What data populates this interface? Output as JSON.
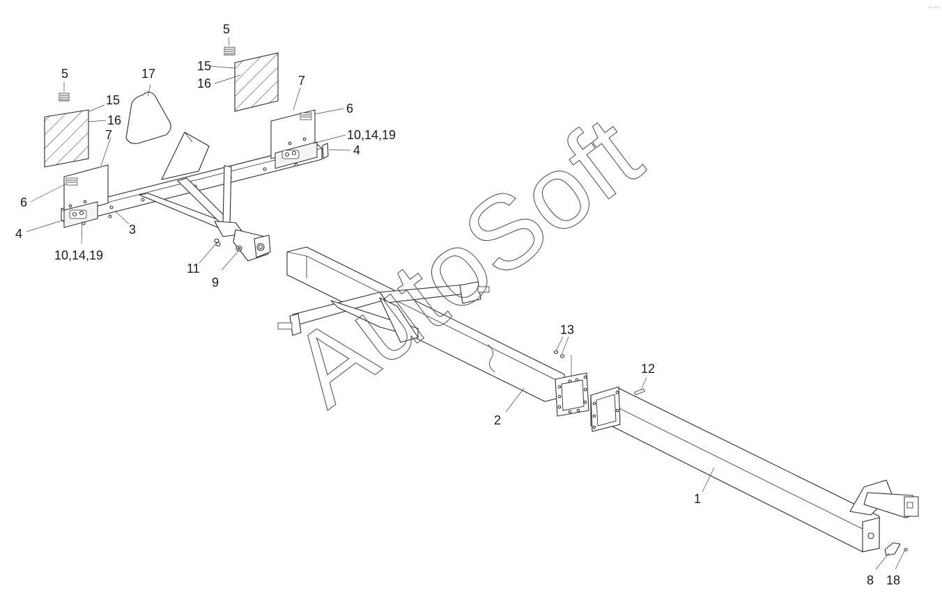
{
  "watermark": "AutoSoft",
  "corner_mark": "°° °°°",
  "callouts": {
    "c1": "1",
    "c2": "2",
    "c3": "3",
    "c4_left": "4",
    "c4_right": "4",
    "c5_left": "5",
    "c5_right": "5",
    "c6_left": "6",
    "c6_right": "6",
    "c7_left": "7",
    "c7_right": "7",
    "c8": "8",
    "c9": "9",
    "c10_left": "10,14,19",
    "c10_right": "10,14,19",
    "c11": "11",
    "c12": "12",
    "c13": "13",
    "c15_left": "15",
    "c15_right": "15",
    "c16_left": "16",
    "c16_right": "16",
    "c17": "17",
    "c18": "18"
  }
}
